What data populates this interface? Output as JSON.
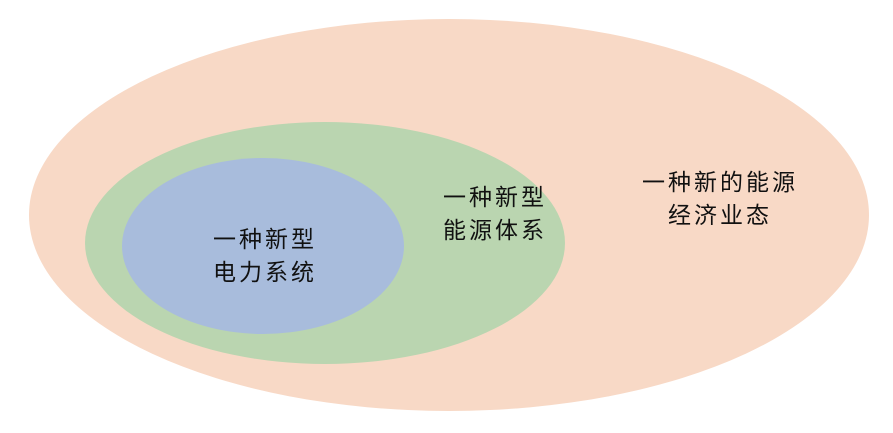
{
  "diagram": {
    "type": "nested-sets",
    "layers": [
      {
        "id": "outer",
        "line1": "一种新的能源",
        "line2": "经济业态",
        "color": "#F8D9C6"
      },
      {
        "id": "middle",
        "line1": "一种新型",
        "line2": "能源体系",
        "color": "#BAD5B0"
      },
      {
        "id": "inner",
        "line1": "一种新型",
        "line2": "电力系统",
        "color": "#A8BCDC"
      }
    ]
  }
}
